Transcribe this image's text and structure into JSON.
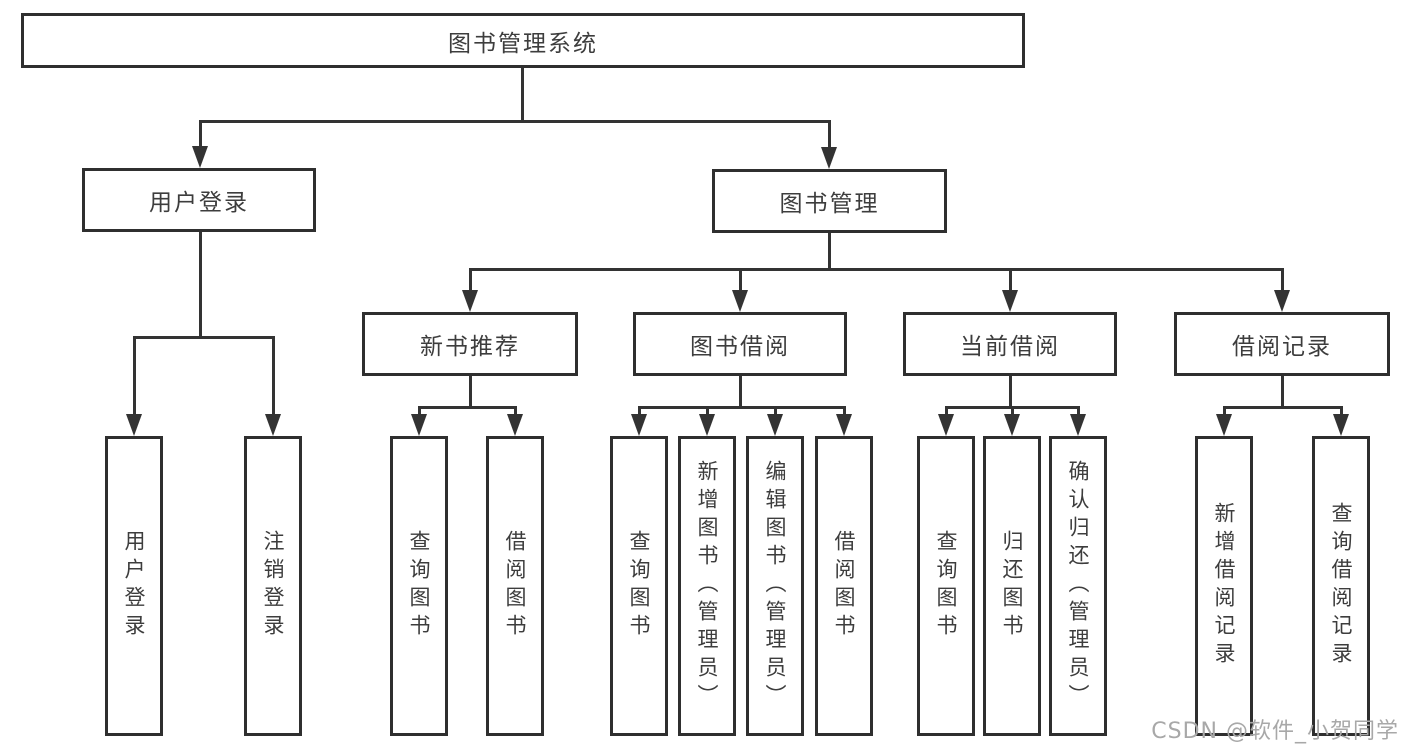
{
  "tree": {
    "root": {
      "label": "图书管理系统"
    },
    "children": [
      {
        "label": "用户登录",
        "children": [
          {
            "label": "用户登录"
          },
          {
            "label": "注销登录"
          }
        ]
      },
      {
        "label": "图书管理",
        "children": [
          {
            "label": "新书推荐",
            "children": [
              {
                "label": "查询图书"
              },
              {
                "label": "借阅图书"
              }
            ]
          },
          {
            "label": "图书借阅",
            "children": [
              {
                "label": "查询图书"
              },
              {
                "label": "新增图书（管理员）"
              },
              {
                "label": "编辑图书（管理员）"
              },
              {
                "label": "借阅图书"
              }
            ]
          },
          {
            "label": "当前借阅",
            "children": [
              {
                "label": "查询图书"
              },
              {
                "label": "归还图书"
              },
              {
                "label": "确认归还（管理员）"
              }
            ]
          },
          {
            "label": "借阅记录",
            "children": [
              {
                "label": "新增借阅记录"
              },
              {
                "label": "查询借阅记录"
              }
            ]
          }
        ]
      }
    ]
  },
  "watermark": {
    "text": "CSDN @软件_小贺同学"
  },
  "colors": {
    "line": "#333333",
    "box-border": "#2f2f2f",
    "text": "#3d3d3d",
    "watermark": "#a8a8a8",
    "background": "#ffffff"
  }
}
